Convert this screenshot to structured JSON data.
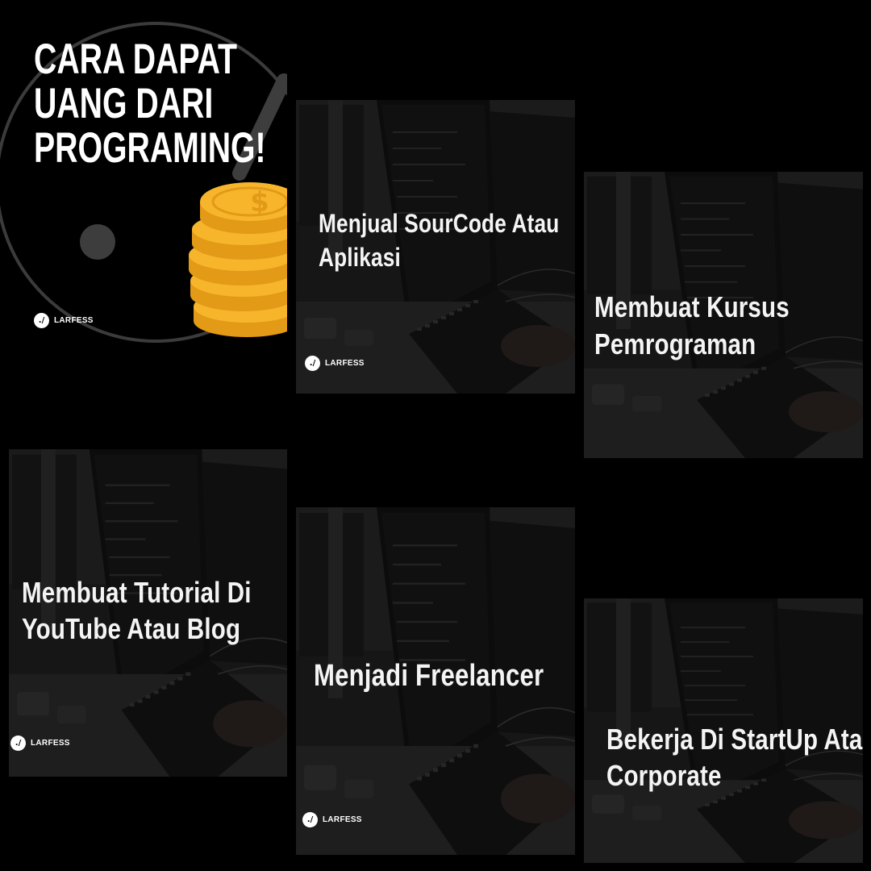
{
  "cover": {
    "title_lines": [
      "CARA DAPAT",
      "UANG DARI",
      "PROGRAMING!"
    ],
    "brand": "LARFESS",
    "brand_mark": "./",
    "coin_symbol": "$"
  },
  "cards": [
    {
      "lines": [
        "Menjual SourCode Atau",
        "Aplikasi"
      ],
      "brand": "LARFESS"
    },
    {
      "lines": [
        "Membuat Kursus",
        "Pemrograman"
      ],
      "brand": ""
    },
    {
      "lines": [
        "Membuat Tutorial Di",
        "YouTube Atau Blog"
      ],
      "brand": "LARFESS"
    },
    {
      "lines": [
        "Menjadi Freelancer"
      ],
      "brand": "LARFESS"
    },
    {
      "lines": [
        "Bekerja Di StartUp Atau",
        "Corporate"
      ],
      "brand": ""
    }
  ],
  "brand_mark": "./",
  "colors": {
    "background": "#000000",
    "coin": "#f7b52c",
    "coin_shade": "#e39a17",
    "text": "#ffffff"
  }
}
